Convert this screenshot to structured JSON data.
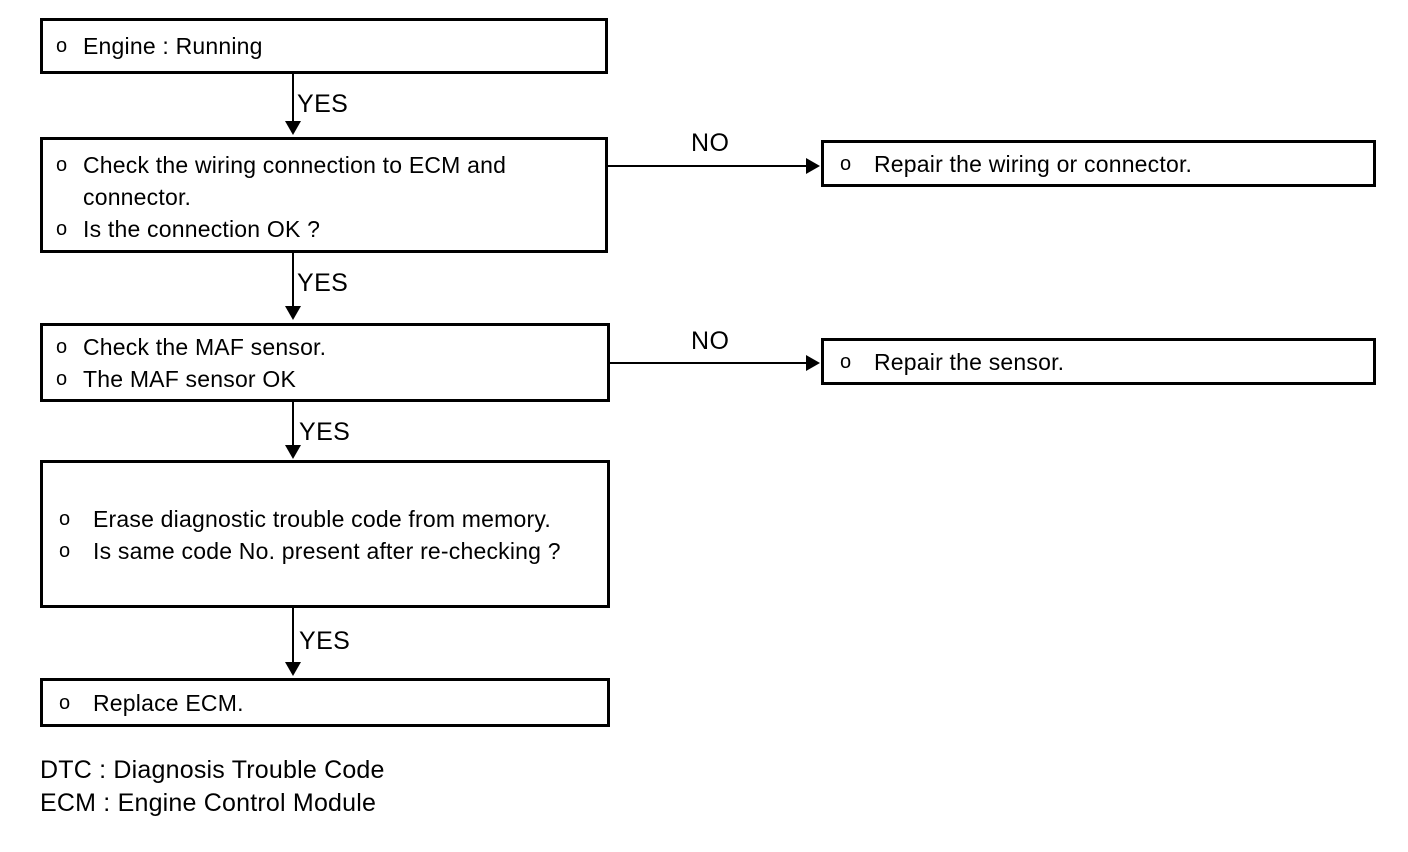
{
  "diagram": {
    "type": "troubleshooting-flowchart",
    "nodes": [
      {
        "id": "engine-running",
        "lines": [
          {
            "bullet": "o",
            "text": "Engine : Running"
          }
        ]
      },
      {
        "id": "check-wiring",
        "lines": [
          {
            "bullet": "o",
            "text": "Check the wiring connection to ECM and connector."
          },
          {
            "bullet": "o",
            "text": "Is the connection OK ?"
          }
        ]
      },
      {
        "id": "repair-wiring",
        "lines": [
          {
            "bullet": "o",
            "text": "Repair the wiring or connector."
          }
        ]
      },
      {
        "id": "check-maf",
        "lines": [
          {
            "bullet": "o",
            "text": "Check the MAF sensor."
          },
          {
            "bullet": "o",
            "text": "The MAF sensor OK"
          }
        ]
      },
      {
        "id": "repair-sensor",
        "lines": [
          {
            "bullet": "o",
            "text": "Repair the sensor."
          }
        ]
      },
      {
        "id": "erase-dtc",
        "lines": [
          {
            "bullet": "o",
            "text": "Erase diagnostic trouble code from memory."
          },
          {
            "bullet": "o",
            "text": "Is same code No. present after re-checking ?"
          }
        ]
      },
      {
        "id": "replace-ecm",
        "lines": [
          {
            "bullet": "o",
            "text": "Replace ECM."
          }
        ]
      }
    ],
    "edges": [
      {
        "id": "yes-1",
        "label": "YES"
      },
      {
        "id": "no-1",
        "label": "NO"
      },
      {
        "id": "yes-2",
        "label": "YES"
      },
      {
        "id": "no-2",
        "label": "NO"
      },
      {
        "id": "yes-3",
        "label": "YES"
      },
      {
        "id": "yes-4",
        "label": "YES"
      }
    ]
  },
  "legend": {
    "lines": [
      "DTC : Diagnosis Trouble Code",
      "ECM : Engine Control Module"
    ]
  },
  "colors": {
    "stroke": "#000000",
    "background": "#ffffff",
    "text": "#000000"
  }
}
